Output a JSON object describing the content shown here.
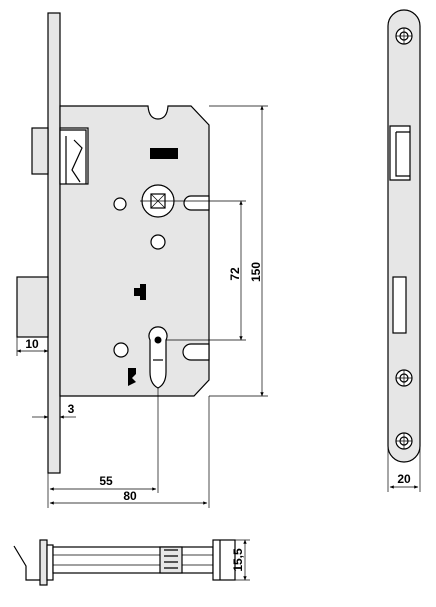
{
  "dimensions": {
    "backset": "55",
    "case_depth": "80",
    "faceplate_width": "20",
    "latch_projection": "10",
    "faceplate_thickness": "3",
    "center_distance": "72",
    "case_height": "150",
    "end_view_height": "15,5"
  },
  "colors": {
    "line": "#000000",
    "case_fill": "#e6e6e6",
    "background": "#ffffff"
  }
}
